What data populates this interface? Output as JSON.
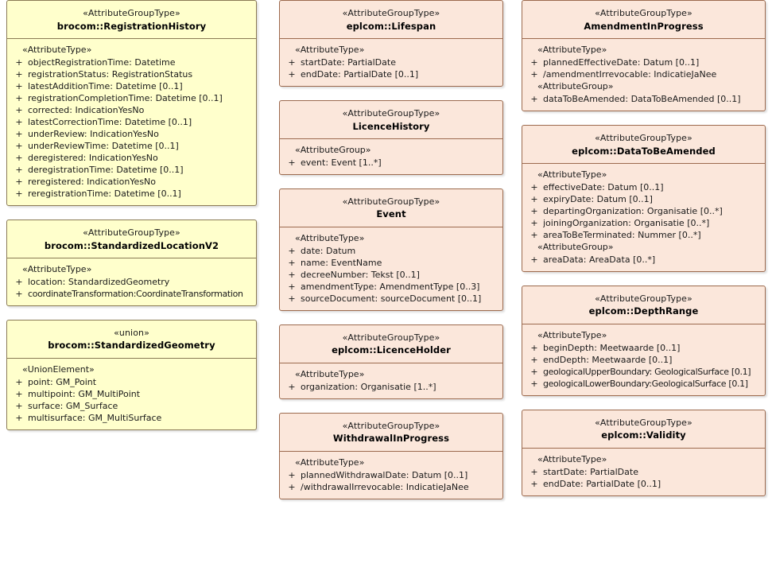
{
  "diagram": {
    "title": "UML Attribute Group Type Class Diagram",
    "colors": {
      "yellow_fill": "#ffffcc",
      "yellow_border": "#8a7a55",
      "peach_fill": "#fbe7db",
      "peach_border": "#9c6a4e",
      "text": "#1a1a1a",
      "page_background": "#ffffff"
    }
  },
  "columns": {
    "left": {
      "classes": [
        {
          "stereotype": "«AttributeGroupType»",
          "name": "brocom::RegistrationHistory",
          "fill": "yellow",
          "sections": [
            {
              "label": "«AttributeType»",
              "attributes": [
                {
                  "visibility": "+",
                  "text": "objectRegistrationTime: Datetime"
                },
                {
                  "visibility": "+",
                  "text": "registrationStatus: RegistrationStatus"
                },
                {
                  "visibility": "+",
                  "text": "latestAdditionTime: Datetime [0..1]"
                },
                {
                  "visibility": "+",
                  "text": "registrationCompletionTime: Datetime [0..1]"
                },
                {
                  "visibility": "+",
                  "text": "corrected: IndicationYesNo"
                },
                {
                  "visibility": "+",
                  "text": "latestCorrectionTime: Datetime [0..1]"
                },
                {
                  "visibility": "+",
                  "text": "underReview: IndicationYesNo"
                },
                {
                  "visibility": "+",
                  "text": "underReviewTime: Datetime [0..1]"
                },
                {
                  "visibility": "+",
                  "text": "deregistered: IndicationYesNo"
                },
                {
                  "visibility": "+",
                  "text": "deregistrationTime: Datetime [0..1]"
                },
                {
                  "visibility": "+",
                  "text": "reregistered: IndicationYesNo"
                },
                {
                  "visibility": "+",
                  "text": "reregistrationTime: Datetime [0..1]"
                }
              ]
            }
          ]
        },
        {
          "stereotype": "«AttributeGroupType»",
          "name": "brocom::StandardizedLocationV2",
          "fill": "yellow",
          "sections": [
            {
              "label": "«AttributeType»",
              "attributes": [
                {
                  "visibility": "+",
                  "text": "location: StandardizedGeometry"
                },
                {
                  "visibility": "+",
                  "text": "coordinateTransformation:CoordinateTransformation",
                  "tight": true
                }
              ]
            }
          ]
        },
        {
          "stereotype": "«union»",
          "name": "brocom::StandardizedGeometry",
          "fill": "yellow",
          "sections": [
            {
              "label": "«UnionElement»",
              "attributes": [
                {
                  "visibility": "+",
                  "text": "point: GM_Point"
                },
                {
                  "visibility": "+",
                  "text": "multipoint: GM_MultiPoint"
                },
                {
                  "visibility": "+",
                  "text": "surface: GM_Surface"
                },
                {
                  "visibility": "+",
                  "text": "multisurface: GM_MultiSurface"
                }
              ]
            }
          ]
        }
      ]
    },
    "middle": {
      "classes": [
        {
          "stereotype": "«AttributeGroupType»",
          "name": "eplcom::Lifespan",
          "fill": "peach",
          "sections": [
            {
              "label": "«AttributeType»",
              "attributes": [
                {
                  "visibility": "+",
                  "text": "startDate: PartialDate"
                },
                {
                  "visibility": "+",
                  "text": "endDate: PartialDate [0..1]"
                }
              ]
            }
          ]
        },
        {
          "stereotype": "«AttributeGroupType»",
          "name": "LicenceHistory",
          "fill": "peach",
          "sections": [
            {
              "label": "«AttributeGroup»",
              "attributes": [
                {
                  "visibility": "+",
                  "text": "event: Event [1..*]"
                }
              ]
            }
          ]
        },
        {
          "stereotype": "«AttributeGroupType»",
          "name": "Event",
          "fill": "peach",
          "sections": [
            {
              "label": "«AttributeType»",
              "attributes": [
                {
                  "visibility": "+",
                  "text": "date: Datum"
                },
                {
                  "visibility": "+",
                  "text": "name: EventName"
                },
                {
                  "visibility": "+",
                  "text": "decreeNumber: Tekst [0..1]"
                },
                {
                  "visibility": "+",
                  "text": "amendmentType: AmendmentType [0..3]"
                },
                {
                  "visibility": "+",
                  "text": "sourceDocument: sourceDocument [0..1]"
                }
              ]
            }
          ]
        },
        {
          "stereotype": "«AttributeGroupType»",
          "name": "eplcom::LicenceHolder",
          "fill": "peach",
          "sections": [
            {
              "label": "«AttributeType»",
              "attributes": [
                {
                  "visibility": "+",
                  "text": "organization: Organisatie [1..*]"
                }
              ]
            }
          ]
        },
        {
          "stereotype": "«AttributeGroupType»",
          "name": "WithdrawalInProgress",
          "fill": "peach",
          "sections": [
            {
              "label": "«AttributeType»",
              "attributes": [
                {
                  "visibility": "+",
                  "text": "plannedWithdrawalDate: Datum [0..1]"
                },
                {
                  "visibility": "+",
                  "text": "/withdrawalIrrevocable: IndicatieJaNee"
                }
              ]
            }
          ]
        }
      ]
    },
    "right": {
      "classes": [
        {
          "stereotype": "«AttributeGroupType»",
          "name": "AmendmentInProgress",
          "fill": "peach",
          "sections": [
            {
              "label": "«AttributeType»",
              "attributes": [
                {
                  "visibility": "+",
                  "text": "plannedEffectiveDate: Datum [0..1]"
                },
                {
                  "visibility": "+",
                  "text": "/amendmentIrrevocable: IndicatieJaNee"
                }
              ]
            },
            {
              "label": "«AttributeGroup»",
              "attributes": [
                {
                  "visibility": "+",
                  "text": "dataToBeAmended: DataToBeAmended [0..1]"
                }
              ]
            }
          ]
        },
        {
          "stereotype": "«AttributeGroupType»",
          "name": "eplcom::DataToBeAmended",
          "fill": "peach",
          "sections": [
            {
              "label": "«AttributeType»",
              "attributes": [
                {
                  "visibility": "+",
                  "text": "effectiveDate: Datum [0..1]"
                },
                {
                  "visibility": "+",
                  "text": "expiryDate: Datum [0..1]"
                },
                {
                  "visibility": "+",
                  "text": "departingOrganization: Organisatie [0..*]"
                },
                {
                  "visibility": "+",
                  "text": "joiningOrganization: Organisatie [0..*]"
                },
                {
                  "visibility": "+",
                  "text": "areaToBeTerminated: Nummer [0..*]"
                }
              ]
            },
            {
              "label": "«AttributeGroup»",
              "attributes": [
                {
                  "visibility": "+",
                  "text": "areaData: AreaData [0..*]"
                }
              ]
            }
          ]
        },
        {
          "stereotype": "«AttributeGroupType»",
          "name": "eplcom::DepthRange",
          "fill": "peach",
          "sections": [
            {
              "label": "«AttributeType»",
              "attributes": [
                {
                  "visibility": "+",
                  "text": "beginDepth: Meetwaarde [0..1]"
                },
                {
                  "visibility": "+",
                  "text": "endDepth: Meetwaarde [0..1]"
                },
                {
                  "visibility": "+",
                  "text": "geologicalUpperBoundary: GeologicalSurface [0.1]",
                  "tight": true
                },
                {
                  "visibility": "+",
                  "text": "geologicalLowerBoundary:GeologicalSurface [0.1]",
                  "tight": true
                }
              ]
            }
          ]
        },
        {
          "stereotype": "«AttributeGroupType»",
          "name": "eplcom::Validity",
          "fill": "peach",
          "sections": [
            {
              "label": "«AttributeType»",
              "attributes": [
                {
                  "visibility": "+",
                  "text": "startDate: PartialDate"
                },
                {
                  "visibility": "+",
                  "text": "endDate: PartialDate [0..1]"
                }
              ]
            }
          ]
        }
      ]
    }
  }
}
